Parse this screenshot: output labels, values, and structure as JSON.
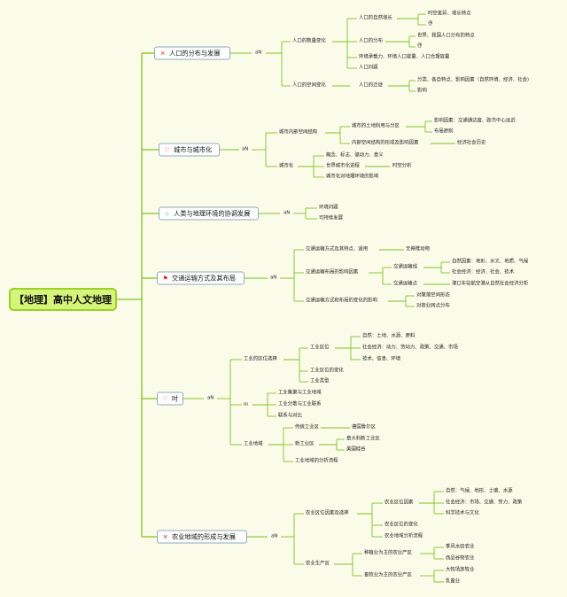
{
  "root": "【地理】高中人文地理",
  "colors": {
    "line": "#7fc225",
    "root_fill": "#d4f47a",
    "root_border": "#9bd026",
    "background": "#fbfbe9"
  },
  "branches": [
    {
      "label": "人口的分布与发展",
      "icon": "x-mark-icon",
      "conn": "aN",
      "children": [
        {
          "label": "人口的数量变化",
          "children": [
            {
              "label": "人口的自然增长",
              "children": [
                {
                  "label": "时空差异、增长特点"
                },
                {
                  "label": "伃"
                }
              ]
            },
            {
              "label": "人口的分布",
              "children": [
                {
                  "label": "世界、我国人口分布的特点"
                },
                {
                  "label": "伃"
                }
              ]
            },
            {
              "label": "环境承载力、环境人口容量、人口合理容量"
            },
            {
              "label": "人口问题"
            }
          ]
        },
        {
          "label": "人口的空间变化",
          "children": [
            {
              "label": "人口的迁徙",
              "children": [
                {
                  "label": "分类、各自特点、影响因素（自然环境、经济、社会）"
                },
                {
                  "label": "影响"
                }
              ]
            }
          ]
        }
      ]
    },
    {
      "label": "城市与城市化",
      "icon": "heart-icon",
      "conn": "aN",
      "children": [
        {
          "label": "城市内部空间结构",
          "children": [
            {
              "label": "城市的土地利用与分区",
              "children": [
                {
                  "label": "影响因素：交通通达度、距市中心远近"
                },
                {
                  "label": "布局原则"
                }
              ]
            },
            {
              "label": "内部空间结构的形成及影响因素",
              "children": [
                {
                  "label": "经济社会历史"
                }
              ]
            }
          ]
        },
        {
          "label": "城市化",
          "children": [
            {
              "label": "概念、标志、驱动力、意义"
            },
            {
              "label": "世界城市化进程",
              "children": [
                {
                  "label": "时空分析"
                }
              ]
            },
            {
              "label": "城市化对地理环境的影响"
            }
          ]
        }
      ]
    },
    {
      "label": "人类与地理环境的协调发展",
      "icon": "star-icon",
      "conn": "aN",
      "children": [
        {
          "label": "环境问题"
        },
        {
          "label": "可持续发展"
        }
      ]
    },
    {
      "label": "交通运输方式及其布局",
      "icon": "flag-icon",
      "conn": "aN",
      "children": [
        {
          "label": "交通运输方式及其特点、适用",
          "children": [
            {
              "label": "无脊椎动物"
            }
          ]
        },
        {
          "label": "交通运输布局的影响因素",
          "children": [
            {
              "label": "交通运输线",
              "children": [
                {
                  "label": "自然因素：地形、水文、地质、气候"
                },
                {
                  "label": "社会经济：经济、社会、技术"
                }
              ]
            },
            {
              "label": "交通运输点",
              "children": [
                {
                  "label": "港口车站航空港从自然社会经济分析"
                }
              ]
            }
          ]
        },
        {
          "label": "交通运输方式和布局的变化的影响",
          "children": [
            {
              "label": "对聚落空间形态"
            },
            {
              "label": "对商业网点分布"
            }
          ]
        }
      ]
    },
    {
      "label": "吋",
      "icon": "heart-icon",
      "conn": "aN",
      "children": [
        {
          "label": "工业的区位选择",
          "children": [
            {
              "label": "工业区位",
              "children": [
                {
                  "label": "自然：土地、水源、原料"
                },
                {
                  "label": "社会经济：动力、劳动力、政策、交通、市场"
                },
                {
                  "label": "技术、信息、环境"
                }
              ]
            },
            {
              "label": "工业区位的变化"
            },
            {
              "label": "工业类型"
            }
          ]
        },
        {
          "label": "αι",
          "children": [
            {
              "label": "工业集聚与工业地域"
            },
            {
              "label": "工业分散与工业联系"
            },
            {
              "label": "联系与对比"
            }
          ]
        },
        {
          "label": "工业地域",
          "children": [
            {
              "label": "传统工业区",
              "children": [
                {
                  "label": "德国鲁尔区"
                }
              ]
            },
            {
              "label": "新工业区",
              "children": [
                {
                  "label": "意大利新工业区"
                },
                {
                  "label": "美国硅谷"
                }
              ]
            },
            {
              "label": "工业地域的分析流程"
            }
          ]
        }
      ]
    },
    {
      "label": "农业地域的形成与发展",
      "icon": "x-mark-icon",
      "conn": "aN",
      "children": [
        {
          "label": "农业区位因素及选择",
          "children": [
            {
              "label": "农业区位因素",
              "children": [
                {
                  "label": "自然：气候、地形、土壤、水源"
                },
                {
                  "label": "社会经济：市场、交通、劳力、政策"
                },
                {
                  "label": "科学技术与文化"
                }
              ]
            },
            {
              "label": "农业区位的变化"
            },
            {
              "label": "农业地域分析流程"
            }
          ]
        },
        {
          "label": "农业生产区",
          "children": [
            {
              "label": "种植业为主的农业产区",
              "children": [
                {
                  "label": "季风水田农业"
                },
                {
                  "label": "商品谷物农业"
                }
              ]
            },
            {
              "label": "畜牧业为主的农业产区",
              "children": [
                {
                  "label": "大牧场放牧业"
                },
                {
                  "label": "乳畜业"
                }
              ]
            }
          ]
        }
      ]
    }
  ]
}
